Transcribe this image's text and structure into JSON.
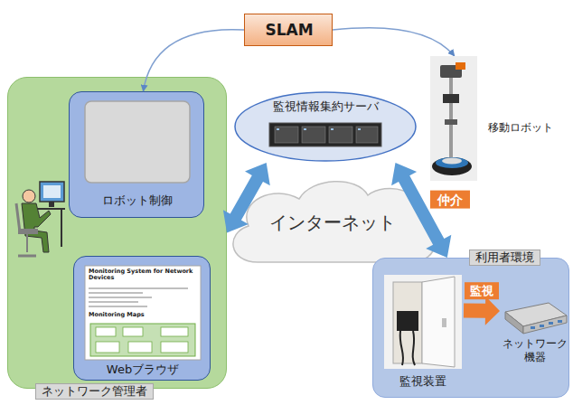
{
  "diagram": {
    "nodes": [
      {
        "text": [
          "SLAM"
        ]
      },
      {
        "text": [
          "ネットワーク管理者"
        ]
      },
      {
        "text": [
          "ロボット制御"
        ],
        "in": 1
      },
      {
        "text": [
          "Webブラウザ"
        ],
        "in": 1
      },
      {
        "text": [
          "監視情報集約サーバ"
        ]
      },
      {
        "text": [
          "インターネット"
        ]
      },
      {
        "text": [
          "移動ロボット"
        ]
      },
      {
        "text": [
          "利用者環境"
        ]
      },
      {
        "text": [
          "監視装置"
        ],
        "in": 7
      },
      {
        "text": [
          "ネットワーク 機器"
        ],
        "in": 7
      }
    ],
    "edges": [
      {
        "from": 0,
        "to": 2,
        "arrow": "to"
      },
      {
        "from": 0,
        "to": 6,
        "arrow": "to"
      },
      {
        "from": 1,
        "to": 4,
        "arrow": "both"
      },
      {
        "from": 4,
        "to": 7,
        "label": "仲介",
        "arrow": "both"
      },
      {
        "from": 8,
        "to": 9,
        "label": "監視",
        "arrow": "to"
      }
    ],
    "labels": [
      "Monitoring System for Network Devices",
      "Monitoring Maps"
    ]
  }
}
